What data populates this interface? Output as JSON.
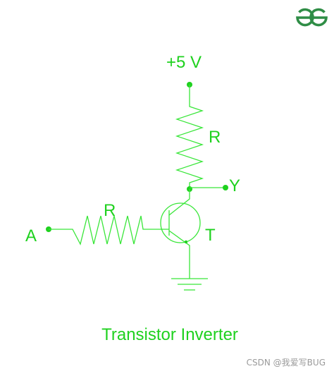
{
  "labels": {
    "supply": "+5 V",
    "collector_resistor": "R",
    "output": "Y",
    "base_resistor": "R",
    "input": "A",
    "transistor": "T"
  },
  "title": "Transistor Inverter",
  "watermark": "CSDN @我爱写BUG",
  "colors": {
    "circuit": "#39e639",
    "text": "#1fd11f",
    "logo": "#2f8d46",
    "watermark": "#9a9a9a"
  },
  "icons": {
    "logo": "geeksforgeeks-logo-icon"
  }
}
